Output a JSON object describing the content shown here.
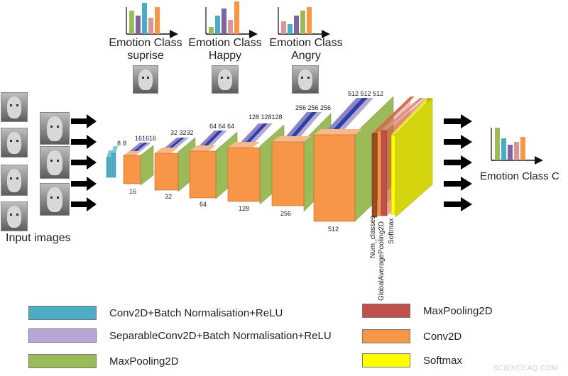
{
  "top_outputs": [
    {
      "line1": "Emotion Class",
      "line2": "suprise"
    },
    {
      "line1": "Emotion Class",
      "line2": "Happy"
    },
    {
      "line1": "Emotion Class",
      "line2": "Angry"
    }
  ],
  "input_label": "Input images",
  "output_label": "Emotion Class C",
  "numbers": {
    "n8a": "8",
    "n8b": "8",
    "n16abc": "161616",
    "n16": "16",
    "n32abc": "32 3232",
    "n32": "32",
    "n64abc": "64 64 64",
    "n64": "64",
    "n128abc": "128 128128",
    "n128": "128",
    "n256abc": "256 256 256",
    "n256": "256",
    "n512abc": "512   512  512",
    "n512": "512"
  },
  "rotated_labels": {
    "num_classes": "Num_classes",
    "gap": "GlobalAveragePooling2D",
    "softmax": "Softmax"
  },
  "legend_left": [
    {
      "label": "Conv2D+Batch Normalisation+ReLU",
      "color": "#4bacc6"
    },
    {
      "label": "SeparableConv2D+Batch Normalisation+ReLU",
      "color": "#b4a7d6"
    },
    {
      "label": "MaxPooling2D",
      "color": "#9bbb59"
    }
  ],
  "legend_right": [
    {
      "label": "MaxPooling2D",
      "color": "#c0504d"
    },
    {
      "label": "Conv2D",
      "color": "#f79646"
    },
    {
      "label": "Softmax",
      "color": "#ffff00"
    }
  ],
  "watermark": "SCIENCEAQ.COM"
}
